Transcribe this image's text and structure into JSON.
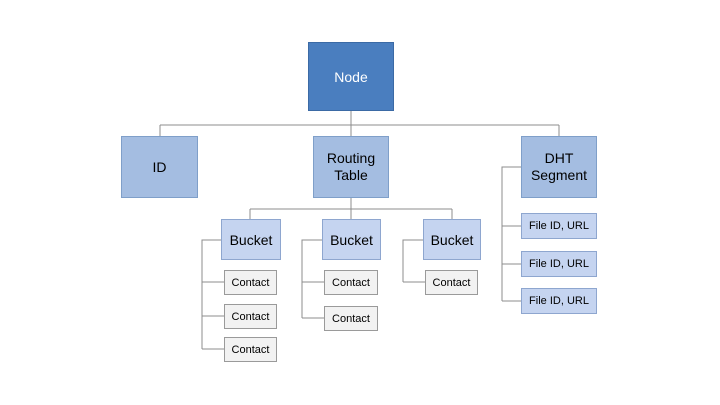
{
  "diagram": {
    "root": {
      "label": "Node"
    },
    "id_box": {
      "label": "ID"
    },
    "routing_table": {
      "label_line1": "Routing",
      "label_line2": "Table",
      "buckets": [
        {
          "label": "Bucket",
          "contacts": [
            "Contact",
            "Contact",
            "Contact"
          ]
        },
        {
          "label": "Bucket",
          "contacts": [
            "Contact",
            "Contact"
          ]
        },
        {
          "label": "Bucket",
          "contacts": [
            "Contact"
          ]
        }
      ]
    },
    "dht_segment": {
      "label_line1": "DHT",
      "label_line2": "Segment",
      "entries": [
        "File ID, URL",
        "File ID, URL",
        "File ID, URL"
      ]
    }
  },
  "colors": {
    "root_fill": "#4a7ebf",
    "level1_fill": "#a4bde1",
    "level2_fill": "#c5d4f0",
    "leaf_fill": "#f2f2f2",
    "connector": "#8c8c8c"
  }
}
